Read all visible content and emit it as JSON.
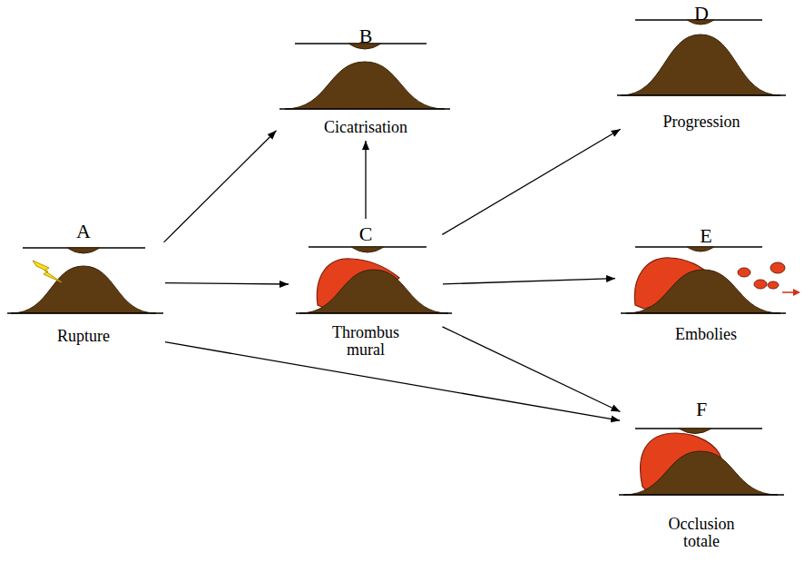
{
  "diagram": {
    "nodes": [
      {
        "text": [
          "A",
          "Rupture"
        ]
      },
      {
        "text": [
          "B",
          "Cicatrisation"
        ]
      },
      {
        "text": [
          "C",
          "Thrombus mural"
        ]
      },
      {
        "text": [
          "D",
          "Progression"
        ]
      },
      {
        "text": [
          "E",
          "Embolies"
        ]
      },
      {
        "text": [
          "F",
          "Occlusion totale"
        ]
      }
    ],
    "edges": [
      {
        "from": 0,
        "to": 1,
        "arrow": "to"
      },
      {
        "from": 0,
        "to": 2,
        "arrow": "to"
      },
      {
        "from": 0,
        "to": 5,
        "arrow": "to"
      },
      {
        "from": 2,
        "to": 1,
        "arrow": "to"
      },
      {
        "from": 2,
        "to": 3,
        "arrow": "to"
      },
      {
        "from": 2,
        "to": 4,
        "arrow": "to"
      },
      {
        "from": 2,
        "to": 5,
        "arrow": "to"
      }
    ]
  }
}
